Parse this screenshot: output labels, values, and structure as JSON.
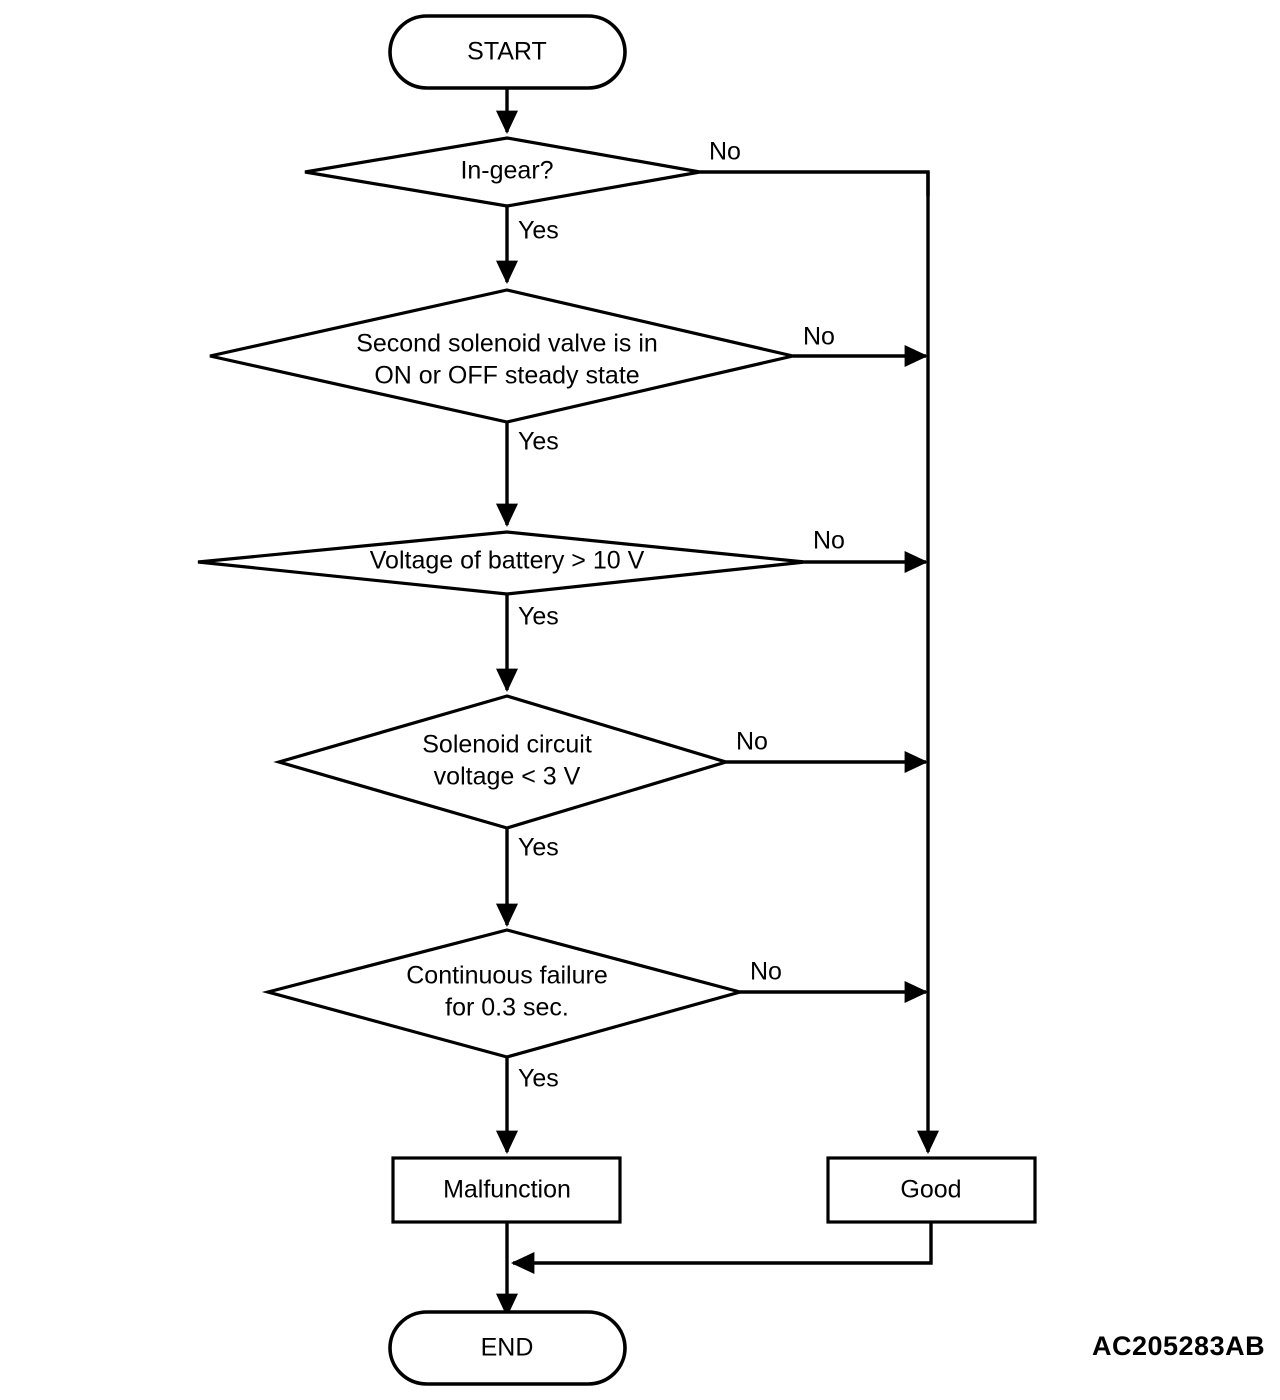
{
  "figure": {
    "id_label": "AC205283AB",
    "colors": {
      "stroke": "#000000",
      "background": "#ffffff",
      "text": "#000000"
    }
  },
  "nodes": {
    "start": {
      "label": "START",
      "type": "terminator"
    },
    "d1": {
      "label": "In-gear?",
      "type": "decision"
    },
    "d2_line1": "Second solenoid valve is in",
    "d2_line2": "ON or OFF steady state",
    "d3": {
      "label": "Voltage of battery > 10 V",
      "type": "decision"
    },
    "d4_line1": "Solenoid circuit",
    "d4_line2": "voltage < 3 V",
    "d5_line1": "Continuous failure",
    "d5_line2": "for 0.3 sec.",
    "malfunction": {
      "label": "Malfunction",
      "type": "process"
    },
    "good": {
      "label": "Good",
      "type": "process"
    },
    "end": {
      "label": "END",
      "type": "terminator"
    }
  },
  "edge_labels": {
    "yes_1": "Yes",
    "yes_2": "Yes",
    "yes_3": "Yes",
    "yes_4": "Yes",
    "yes_5": "Yes",
    "no_1": "No",
    "no_2": "No",
    "no_3": "No",
    "no_4": "No",
    "no_5": "No"
  }
}
